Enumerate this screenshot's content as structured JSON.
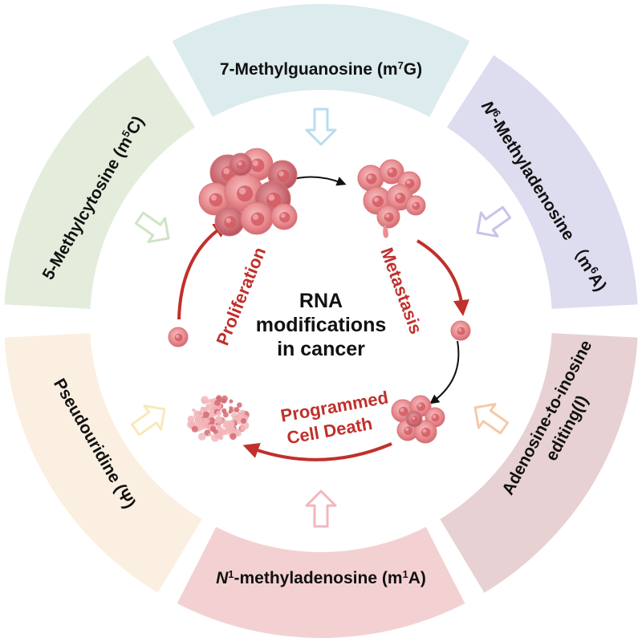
{
  "center": {
    "lines": [
      "RNA",
      "modifications",
      "in cancer"
    ]
  },
  "modifications": [
    {
      "id": "m7g",
      "parts": [
        {
          "t": "7-Methylguanosine (m"
        },
        {
          "t": "7",
          "sup": true
        },
        {
          "t": "G)"
        }
      ],
      "color": "#dcebee"
    },
    {
      "id": "m6a",
      "parts": [
        {
          "t": "N",
          "ital": true
        },
        {
          "t": "6",
          "sup": true
        },
        {
          "t": "-Methyladenosine （m"
        },
        {
          "t": "6",
          "sup": true
        },
        {
          "t": "A)"
        }
      ],
      "color": "#dedcef"
    },
    {
      "id": "a2i",
      "parts": [
        {
          "t": "Adenosine-to-inosine"
        }
      ],
      "parts2": [
        {
          "t": "editing(I)"
        }
      ],
      "color": "#e7d1d2"
    },
    {
      "id": "m1a",
      "parts": [
        {
          "t": "N",
          "ital": true
        },
        {
          "t": "1",
          "sup": true
        },
        {
          "t": "-methyladenosine (m"
        },
        {
          "t": "1",
          "sup": true
        },
        {
          "t": "A)"
        }
      ],
      "color": "#f3d1d2"
    },
    {
      "id": "psi",
      "parts": [
        {
          "t": "Pseudouridine (Ψ)"
        }
      ],
      "color": "#fbefe1"
    },
    {
      "id": "m5c",
      "parts": [
        {
          "t": "5-Methylcytosine (m"
        },
        {
          "t": "5",
          "sup": true
        },
        {
          "t": "C)"
        }
      ],
      "color": "#e4eddc"
    }
  ],
  "processes": {
    "proliferation": "Proliferation",
    "metastasis": "Metastasis",
    "programmed": [
      "Programmed",
      "Cell Death"
    ]
  },
  "colors": {
    "process_red": "#c0302c",
    "cell_pink": "#e98f92",
    "cell_dark": "#c95a62",
    "arrow_blue": "#b9dcf0",
    "arrow_purple": "#c9c3e8",
    "arrow_orange": "#f5c9a8",
    "arrow_pink": "#f0b8bc",
    "arrow_yellow": "#f7eab9",
    "arrow_green": "#cfe3c6"
  }
}
